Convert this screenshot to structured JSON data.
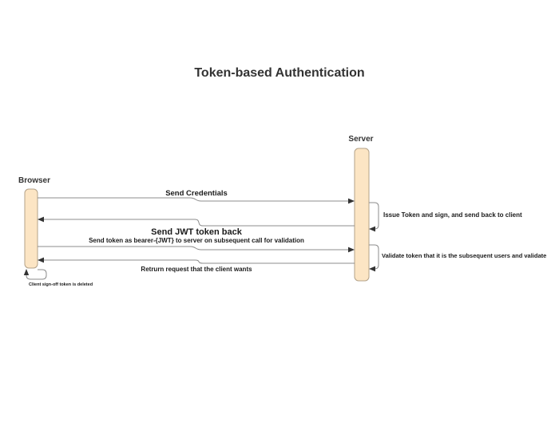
{
  "title": "Token-based Authentication",
  "actors": [
    {
      "label": "Browser"
    },
    {
      "label": "Server"
    }
  ],
  "messages": [
    {
      "label": "Send Credentials",
      "from": "Browser",
      "to": "Server",
      "direction": "right"
    },
    {
      "label": "Send JWT token back",
      "from": "Server",
      "to": "Browser",
      "direction": "left"
    },
    {
      "label": "Send token as bearer-{JWT} to server on subsequent call for validation",
      "from": "Browser",
      "to": "Server",
      "direction": "right"
    },
    {
      "label": "Retrurn request that the client wants",
      "from": "Server",
      "to": "Browser",
      "direction": "left"
    }
  ],
  "self_messages": [
    {
      "actor": "Server",
      "label": "Issue Token and sign, and send back to client"
    },
    {
      "actor": "Server",
      "label": "Validate token that it is the subsequent users and validate"
    },
    {
      "actor": "Browser",
      "label": "Client sign-off token is deleted"
    }
  ],
  "colors": {
    "background": "#ffffff",
    "lifeline_fill": "#fce5c4",
    "lifeline_stroke": "#b3a289",
    "line": "#8c8c8c",
    "arrowhead": "#333333",
    "text": "#333333",
    "label_text": "#1a1a1a"
  }
}
